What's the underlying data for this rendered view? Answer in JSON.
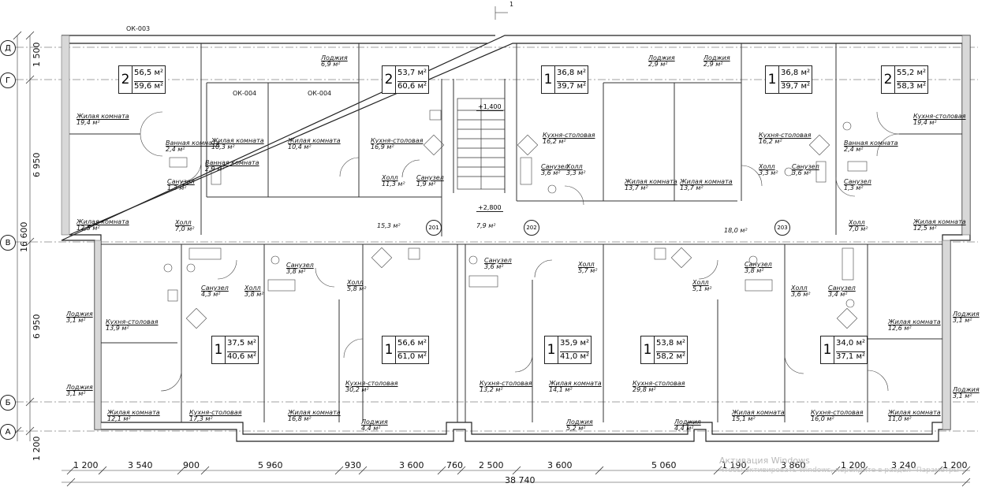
{
  "axes_letters": [
    "Д",
    "Г",
    "В",
    "Б",
    "А"
  ],
  "window_tags": [
    "ОК-003",
    "ОК-004",
    "ОК-004"
  ],
  "section_mark": "1",
  "levels": [
    "+1,400",
    "+2,800"
  ],
  "apartment_marks": [
    "201",
    "202",
    "203"
  ],
  "apartments": [
    {
      "rooms": "2",
      "living": "56,5 м²",
      "total": "59,6 м²"
    },
    {
      "rooms": "2",
      "living": "53,7 м²",
      "total": "60,6 м²"
    },
    {
      "rooms": "1",
      "living": "36,8 м²",
      "total": "39,7 м²"
    },
    {
      "rooms": "1",
      "living": "36,8 м²",
      "total": "39,7 м²"
    },
    {
      "rooms": "2",
      "living": "55,2 м²",
      "total": "58,3 м²"
    },
    {
      "rooms": "1",
      "living": "37,5 м²",
      "total": "40,6 м²"
    },
    {
      "rooms": "1",
      "living": "56,6 м²",
      "total": "61,0 м²"
    },
    {
      "rooms": "1",
      "living": "35,9 м²",
      "total": "41,0 м²"
    },
    {
      "rooms": "1",
      "living": "53,8 м²",
      "total": "58,2 м²"
    },
    {
      "rooms": "1",
      "living": "34,0 м²",
      "total": "37,1 м²"
    }
  ],
  "rooms": [
    {
      "name": "Жилая комната",
      "area": "19,4 м²"
    },
    {
      "name": "Жилая комната",
      "area": "12,5 м²"
    },
    {
      "name": "Ванная комната",
      "area": "2,4 м²"
    },
    {
      "name": "Санузел",
      "area": "1,3 м²"
    },
    {
      "name": "Холл",
      "area": "7,0 м²"
    },
    {
      "name": "Лоджия",
      "area": "6,9 м²"
    },
    {
      "name": "Жилая комната",
      "area": "10,3 м²"
    },
    {
      "name": "Жилая комната",
      "area": "10,4 м²"
    },
    {
      "name": "Ванная комната",
      "area": "2,9 м²"
    },
    {
      "name": "Кухня-столовая",
      "area": "16,9 м²"
    },
    {
      "name": "Холл",
      "area": "11,3 м²"
    },
    {
      "name": "Санузел",
      "area": "1,9 м²"
    },
    {
      "name": "",
      "area": "15,3 м²"
    },
    {
      "name": "",
      "area": "7,9 м²"
    },
    {
      "name": "Кухня-столовая",
      "area": "16,2 м²"
    },
    {
      "name": "Санузел",
      "area": "3,6 м²"
    },
    {
      "name": "Холл",
      "area": "3,3 м²"
    },
    {
      "name": "Лоджия",
      "area": "2,9 м²"
    },
    {
      "name": "Лоджия",
      "area": "2,9 м²"
    },
    {
      "name": "Жилая комната",
      "area": "13,7 м²"
    },
    {
      "name": "Жилая комната",
      "area": "13,7 м²"
    },
    {
      "name": "Кухня-столовая",
      "area": "16,2 м²"
    },
    {
      "name": "Санузел",
      "area": "3,6 м²"
    },
    {
      "name": "Холл",
      "area": "3,3 м²"
    },
    {
      "name": "Ванная комната",
      "area": "2,4 м²"
    },
    {
      "name": "Санузел",
      "area": "1,3 м²"
    },
    {
      "name": "Кухня-столовая",
      "area": "19,4 м²"
    },
    {
      "name": "Жилая комната",
      "area": "12,5 м²"
    },
    {
      "name": "Холл",
      "area": "7,0 м²"
    },
    {
      "name": "",
      "area": "18,0 м²"
    },
    {
      "name": "Санузел",
      "area": "4,3 м²"
    },
    {
      "name": "Холл",
      "area": "3,8 м²"
    },
    {
      "name": "Лоджия",
      "area": "3,1 м²"
    },
    {
      "name": "Кухня-столовая",
      "area": "13,9 м²"
    },
    {
      "name": "Лоджия",
      "area": "3,1 м²"
    },
    {
      "name": "Жилая комната",
      "area": "12,1 м²"
    },
    {
      "name": "Кухня-столовая",
      "area": "17,3 м²"
    },
    {
      "name": "Санузел",
      "area": "3,8 м²"
    },
    {
      "name": "Холл",
      "area": "5,8 м²"
    },
    {
      "name": "Жилая комната",
      "area": "16,8 м²"
    },
    {
      "name": "Кухня-столовая",
      "area": "30,2 м²"
    },
    {
      "name": "Лоджия",
      "area": "4,4 м²"
    },
    {
      "name": "Санузел",
      "area": "3,6 м²"
    },
    {
      "name": "Холл",
      "area": "5,7 м²"
    },
    {
      "name": "Кухня-столовая",
      "area": "13,2 м²"
    },
    {
      "name": "Жилая комната",
      "area": "14,1 м²"
    },
    {
      "name": "Лоджия",
      "area": "5,2 м²"
    },
    {
      "name": "Кухня-столовая",
      "area": "29,8 м²"
    },
    {
      "name": "Лоджия",
      "area": "4,4 м²"
    },
    {
      "name": "Холл",
      "area": "5,1 м²"
    },
    {
      "name": "Санузел",
      "area": "3,8 м²"
    },
    {
      "name": "Жилая комната",
      "area": "15,1 м²"
    },
    {
      "name": "Холл",
      "area": "3,6 м²"
    },
    {
      "name": "Санузел",
      "area": "3,4 м²"
    },
    {
      "name": "Кухня-столовая",
      "area": "16,0 м²"
    },
    {
      "name": "Жилая комната",
      "area": "12,6 м²"
    },
    {
      "name": "Лоджия",
      "area": "3,1 м²"
    },
    {
      "name": "Жилая комната",
      "area": "11,0 м²"
    },
    {
      "name": "Лоджия",
      "area": "3,1 м²"
    }
  ],
  "dims_bottom": [
    "1 200",
    "3 540",
    "900",
    "5 960",
    "930",
    "3 600",
    "760",
    "2 500",
    "3 600",
    "5 060",
    "1 190",
    "3 860",
    "1 200",
    "3 240",
    "1 200"
  ],
  "dim_total": "38 740",
  "dims_left": [
    "1 500",
    "6 950",
    "16 600",
    "6 950",
    "1 200"
  ],
  "watermark": {
    "line1": "Активация Windows",
    "line2": "Чтобы активировать Windows, перейдите в раздел \"Параметры\"."
  }
}
